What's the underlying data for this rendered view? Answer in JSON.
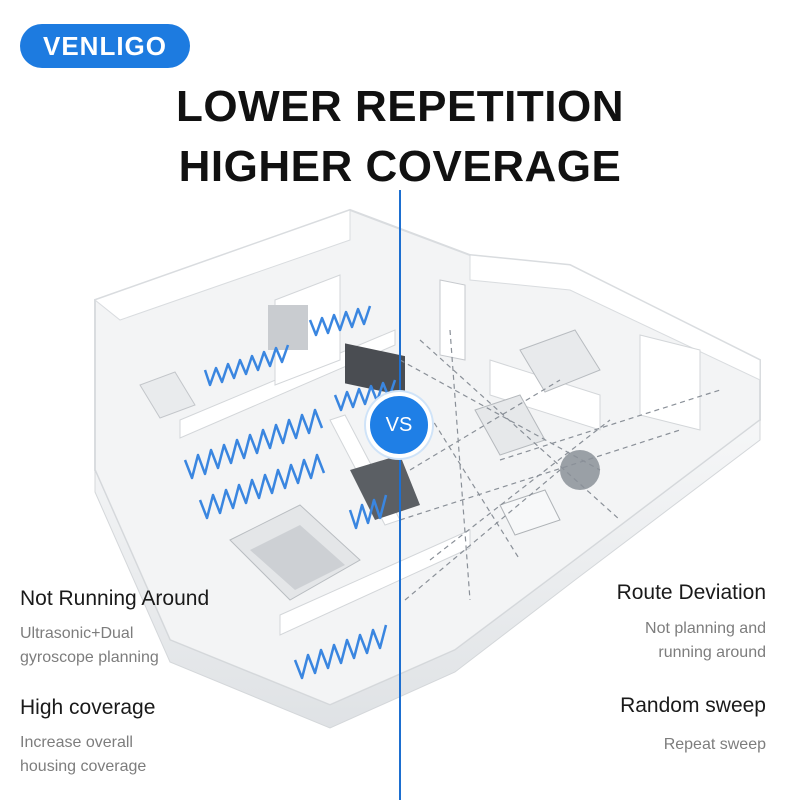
{
  "brand": "VENLIGO",
  "headline": {
    "line1": "LOWER REPETITION",
    "line2": "HIGHER COVERAGE"
  },
  "vs_badge": "VS",
  "left_features": [
    {
      "title": "Not Running Around",
      "desc_line1": "Ultrasonic+Dual",
      "desc_line2": "gyroscope planning"
    },
    {
      "title": "High coverage",
      "desc_line1": "Increase overall",
      "desc_line2": "housing coverage"
    }
  ],
  "right_features": [
    {
      "title": "Route Deviation",
      "desc_line1": "Not planning and",
      "desc_line2": "running around"
    },
    {
      "title": "Random sweep",
      "desc_line1": "Repeat sweep",
      "desc_line2": ""
    }
  ],
  "colors": {
    "accent": "#1d7be0",
    "path_planned": "#3a86e0",
    "path_random": "#8a9098",
    "floor": "#f2f3f4",
    "wall": "#ffffff"
  }
}
